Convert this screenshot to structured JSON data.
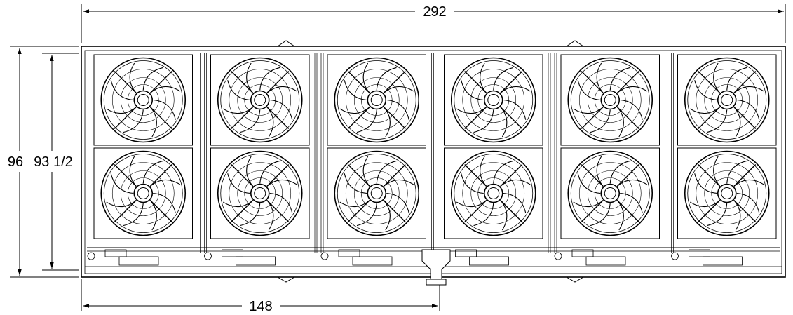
{
  "dimensions": {
    "overall_width": "292",
    "overall_height": "96",
    "inner_height": "93 1/2",
    "partial_width": "148"
  },
  "unit": {
    "rows": 2,
    "columns": 6,
    "fans": 12
  },
  "colors": {
    "line": "#000000",
    "panel_fill": "#f2f2f2",
    "background": "#ffffff"
  }
}
